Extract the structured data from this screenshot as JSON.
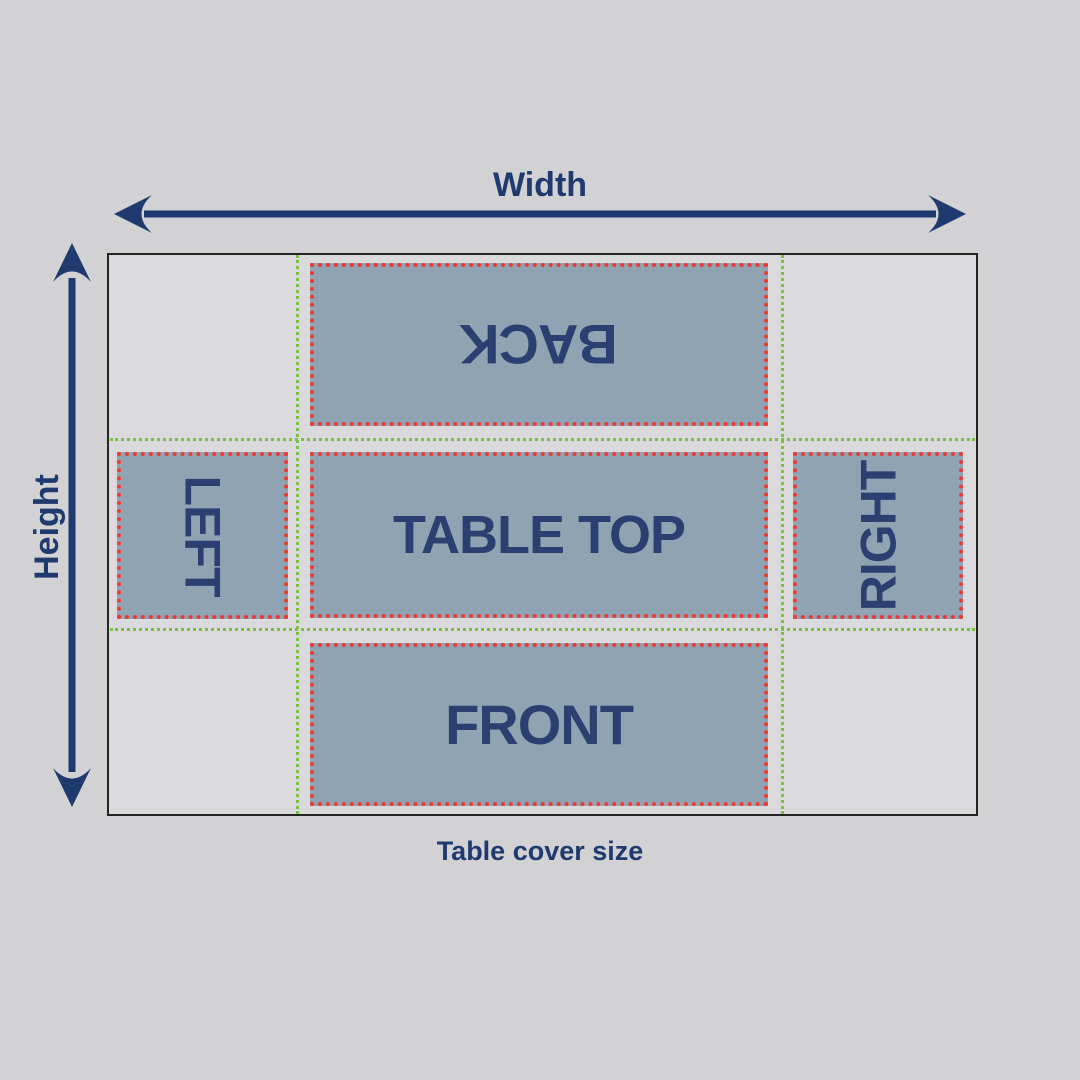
{
  "diagram": {
    "caption": "Table cover size",
    "width_label": "Width",
    "height_label": "Height",
    "panels": [
      {
        "id": "back",
        "label": "BACK",
        "rotation_deg": 180
      },
      {
        "id": "left",
        "label": "LEFT",
        "rotation_deg": 90
      },
      {
        "id": "table_top",
        "label": "TABLE TOP",
        "rotation_deg": 0
      },
      {
        "id": "right",
        "label": "RIGHT",
        "rotation_deg": -90
      },
      {
        "id": "front",
        "label": "FRONT",
        "rotation_deg": 0
      }
    ],
    "colors": {
      "label-color": "#1f3a6e",
      "panel-text": "#2b4070",
      "panel-fill": "#8fa3b2",
      "cut-line": "#ee3a33",
      "fold-line": "#7cc242",
      "canvas-bg": "#d2d2d4",
      "sheet-bg": "#dadadc",
      "sheet-border": "#242424"
    }
  }
}
